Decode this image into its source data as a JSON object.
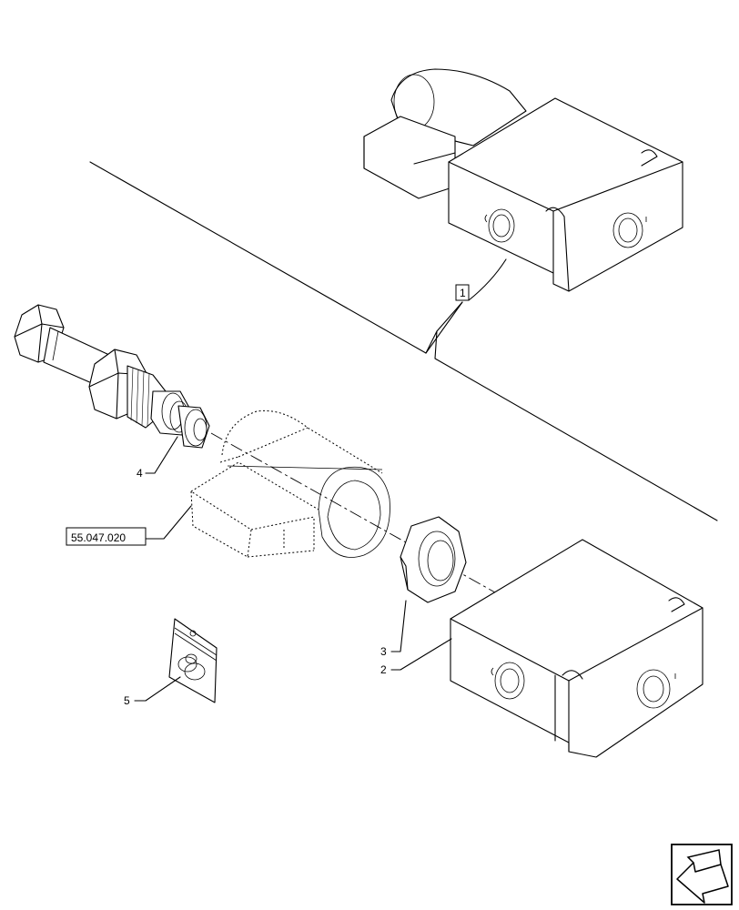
{
  "callouts": {
    "item1": "1",
    "item2": "2",
    "item3": "3",
    "item4": "4",
    "item5": "5",
    "reference": "55.047.020"
  },
  "icons": {
    "nav": "back-arrow-icon"
  }
}
